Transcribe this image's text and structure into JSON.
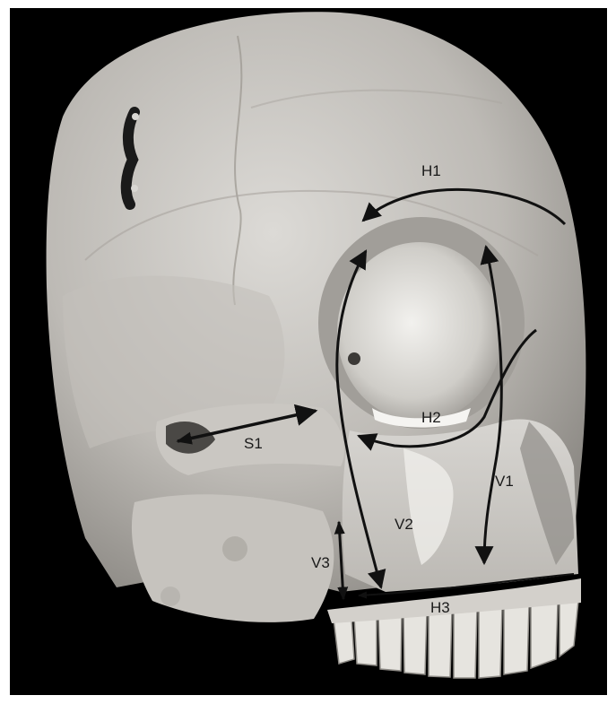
{
  "figure": {
    "labels": {
      "h1": "H1",
      "h2": "H2",
      "h3": "H3",
      "v1": "V1",
      "v2": "V2",
      "v3": "V3",
      "s1": "S1"
    },
    "colors": {
      "background": "#000000",
      "bone_light": "#d9d7d3",
      "bone_mid": "#b9b6b1",
      "bone_shadow": "#7f7c78",
      "arrow": "#111111",
      "frame": "#ffffff"
    }
  }
}
